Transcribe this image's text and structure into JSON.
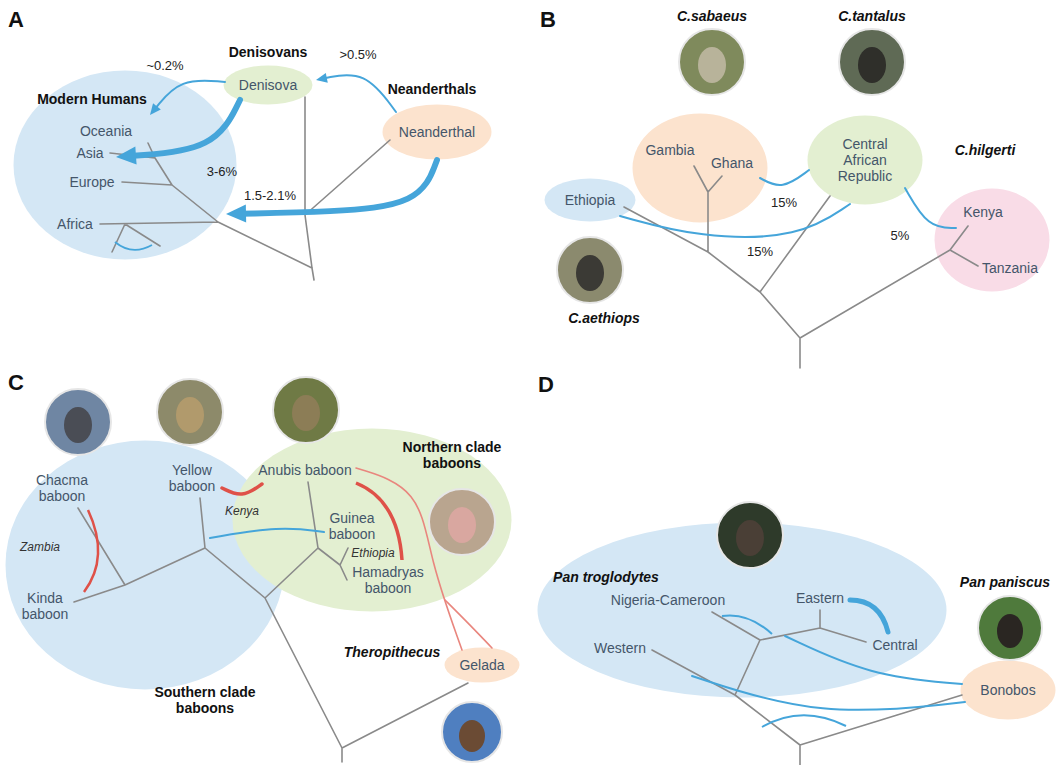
{
  "diagram": {
    "nodes": [
      {
        "text": [
          "Modern Humans",
          "Oceania",
          "Asia",
          "Europe",
          "Africa"
        ]
      },
      {
        "text": [
          "Denisovans",
          "Denisova"
        ]
      },
      {
        "text": [
          "Neanderthals",
          "Neanderthal"
        ]
      },
      {
        "text": [
          "Ethiopia"
        ]
      },
      {
        "text": [
          "Gambia",
          "Ghana"
        ]
      },
      {
        "text": [
          "Central African Republic"
        ]
      },
      {
        "text": [
          "C.hilgerti",
          "Kenya",
          "Tanzania"
        ]
      },
      {
        "text": [
          "Chacma baboon",
          "Yellow baboon",
          "Kinda baboon",
          "Southern clade baboons"
        ]
      },
      {
        "text": [
          "Anubis baboon",
          "Northern clade baboons",
          "Guinea baboon",
          "Hamadryas baboon"
        ]
      },
      {
        "text": [
          "Theropithecus",
          "Gelada"
        ]
      },
      {
        "text": [
          "Pan troglodytes",
          "Nigeria-Cameroon",
          "Eastern",
          "Western",
          "Central"
        ]
      },
      {
        "text": [
          "Bonobos"
        ]
      }
    ],
    "edges": [
      {
        "from": 2,
        "to": 1,
        "label": ">0.5%",
        "arrow": "to"
      },
      {
        "from": 1,
        "to": 0,
        "label": "~0.2%",
        "arrow": "to"
      },
      {
        "from": 1,
        "to": 0,
        "label": "3-6%",
        "arrow": "to"
      },
      {
        "from": 2,
        "to": 0,
        "label": "1.5-2.1%",
        "arrow": "to"
      },
      {
        "from": 5,
        "to": 4,
        "label": "15%",
        "arrow": "none"
      },
      {
        "from": 5,
        "to": 3,
        "label": "15%",
        "arrow": "none"
      },
      {
        "from": 5,
        "to": 6,
        "label": "5%",
        "arrow": "none"
      },
      {
        "from": 7,
        "to": 8,
        "label": "Kenya",
        "arrow": "none"
      },
      {
        "from": 7,
        "to": 8,
        "arrow": "none"
      },
      {
        "from": 8,
        "to": 9,
        "arrow": "none"
      },
      {
        "from": 8,
        "to": 9,
        "arrow": "none"
      },
      {
        "from": 10,
        "to": 11,
        "arrow": "none"
      },
      {
        "from": 10,
        "to": 11,
        "arrow": "none"
      }
    ],
    "labels": [
      "A",
      "B",
      "C.sabaeus",
      "C.tantalus",
      "C.aethiops",
      "C",
      "Zambia",
      "Ethiopia",
      "D",
      "Pan paniscus"
    ]
  }
}
